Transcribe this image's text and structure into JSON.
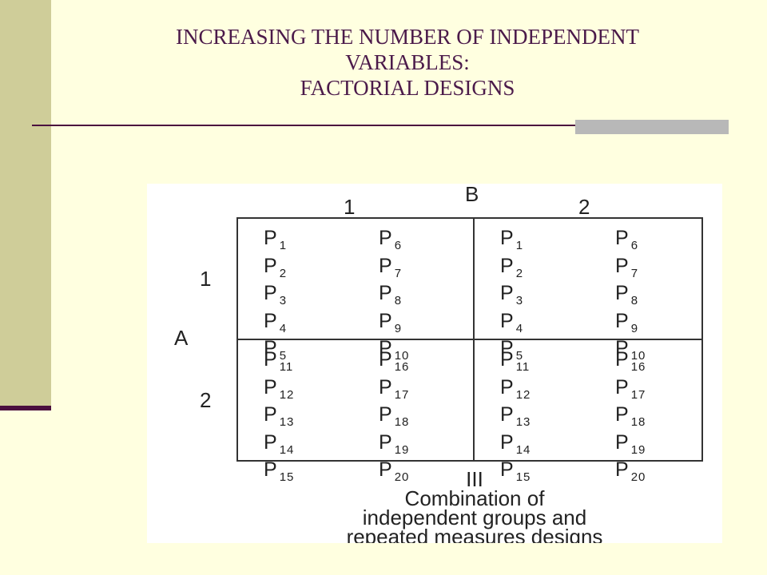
{
  "slide": {
    "title_lines": [
      "INCREASING THE NUMBER OF INDEPENDENT",
      "VARIABLES:",
      "FACTORIAL  DESIGNS"
    ]
  },
  "figure": {
    "factor_b": {
      "name": "B",
      "levels": [
        "1",
        "2"
      ]
    },
    "factor_a": {
      "name": "A",
      "levels": [
        "1",
        "2"
      ]
    },
    "cells": [
      {
        "row": 0,
        "col": 0,
        "left": [
          [
            "P",
            "1"
          ],
          [
            "P",
            "2"
          ],
          [
            "P",
            "3"
          ],
          [
            "P",
            "4"
          ],
          [
            "P",
            "5"
          ]
        ],
        "right": [
          [
            "P",
            "6"
          ],
          [
            "P",
            "7"
          ],
          [
            "P",
            "8"
          ],
          [
            "P",
            "9"
          ],
          [
            "P",
            "10"
          ]
        ]
      },
      {
        "row": 0,
        "col": 1,
        "left": [
          [
            "P",
            "1"
          ],
          [
            "P",
            "2"
          ],
          [
            "P",
            "3"
          ],
          [
            "P",
            "4"
          ],
          [
            "P",
            "5"
          ]
        ],
        "right": [
          [
            "P",
            "6"
          ],
          [
            "P",
            "7"
          ],
          [
            "P",
            "8"
          ],
          [
            "P",
            "9"
          ],
          [
            "P",
            "10"
          ]
        ]
      },
      {
        "row": 1,
        "col": 0,
        "left": [
          [
            "P",
            "11"
          ],
          [
            "P",
            "12"
          ],
          [
            "P",
            "13"
          ],
          [
            "P",
            "14"
          ],
          [
            "P",
            "15"
          ]
        ],
        "right": [
          [
            "P",
            "16"
          ],
          [
            "P",
            "17"
          ],
          [
            "P",
            "18"
          ],
          [
            "P",
            "19"
          ],
          [
            "P",
            "20"
          ]
        ]
      },
      {
        "row": 1,
        "col": 1,
        "left": [
          [
            "P",
            "11"
          ],
          [
            "P",
            "12"
          ],
          [
            "P",
            "13"
          ],
          [
            "P",
            "14"
          ],
          [
            "P",
            "15"
          ]
        ],
        "right": [
          [
            "P",
            "16"
          ],
          [
            "P",
            "17"
          ],
          [
            "P",
            "18"
          ],
          [
            "P",
            "19"
          ],
          [
            "P",
            "20"
          ]
        ]
      }
    ],
    "caption": {
      "numeral": "III",
      "lines": [
        "Combination of",
        "independent groups and",
        "repeated measures designs"
      ]
    }
  },
  "colors": {
    "background": "#FFFFE0",
    "sidebar": "#CFCD99",
    "accent": "#4B0F3F",
    "rule_accent": "#B8B8B8",
    "title_text": "#4B1A4A"
  }
}
